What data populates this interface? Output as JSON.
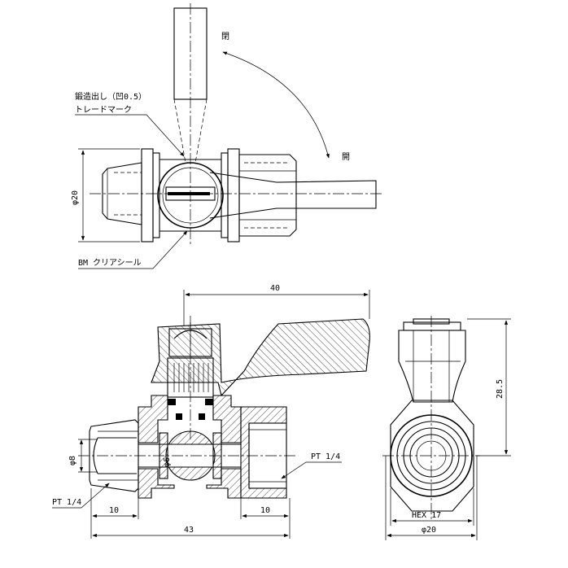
{
  "labels": {
    "close_mark": "閉",
    "open_mark": "開",
    "forged_mark": "鍛造出し（凹0.5）",
    "trademark": "トレードマーク",
    "seal": "BM クリアシール",
    "dia_top": "φ20",
    "dim_40": "40",
    "dim_285": "28.5",
    "dia_8": "φ8",
    "dia_6": "φ6",
    "pt_right": "PT 1/4",
    "pt_left": "PT 1/4",
    "dim_10_left": "10",
    "dim_10_right": "10",
    "dim_43": "43",
    "hex": "HEX 17",
    "dia_side": "φ20"
  }
}
